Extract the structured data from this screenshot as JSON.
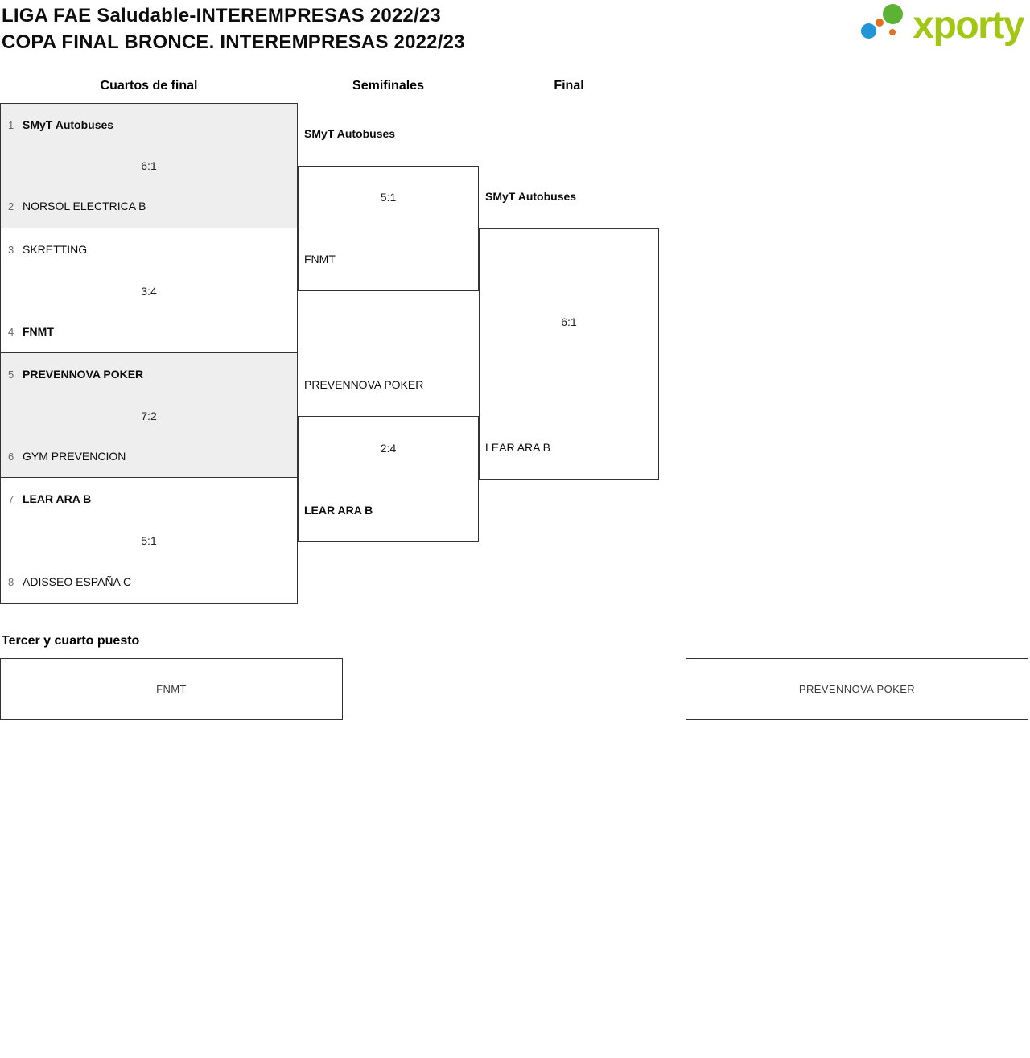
{
  "header": {
    "title_line1": "LIGA FAE Saludable-INTEREMPRESAS 2022/23",
    "title_line2": "COPA FINAL BRONCE. INTEREMPRESAS 2022/23",
    "logo_text": "xporty"
  },
  "rounds": {
    "quarterfinals": "Cuartos de final",
    "semifinals": "Semifinales",
    "final": "Final"
  },
  "bracket": {
    "quarterfinals": [
      {
        "seed1": "1",
        "team1": "SMyT Autobuses",
        "team1_bold": true,
        "score": "6:1",
        "seed2": "2",
        "team2": "NORSOL ELECTRICA B",
        "team2_bold": false
      },
      {
        "seed1": "3",
        "team1": "SKRETTING",
        "team1_bold": false,
        "score": "3:4",
        "seed2": "4",
        "team2": "FNMT",
        "team2_bold": true
      },
      {
        "seed1": "5",
        "team1": "PREVENNOVA POKER",
        "team1_bold": true,
        "score": "7:2",
        "seed2": "6",
        "team2": "GYM PREVENCION",
        "team2_bold": false
      },
      {
        "seed1": "7",
        "team1": "LEAR ARA B",
        "team1_bold": true,
        "score": "5:1",
        "seed2": "8",
        "team2": "ADISSEO ESPAÑA C",
        "team2_bold": false
      }
    ],
    "semifinals": [
      {
        "team1": "SMyT Autobuses",
        "team1_bold": true,
        "score": "5:1",
        "team2": "FNMT",
        "team2_bold": false
      },
      {
        "team1": "PREVENNOVA POKER",
        "team1_bold": false,
        "score": "2:4",
        "team2": "LEAR ARA B",
        "team2_bold": true
      }
    ],
    "final": {
      "team1": "SMyT Autobuses",
      "team1_bold": true,
      "score": "6:1",
      "team2": "LEAR ARA B",
      "team2_bold": false
    }
  },
  "third_place": {
    "heading": "Tercer y cuarto puesto",
    "team1": "FNMT",
    "team2": "PREVENNOVA POKER"
  },
  "colors": {
    "brand_green": "#a2c614",
    "dot_blue": "#2196d6",
    "dot_green": "#5cb233",
    "dot_orange": "#e2711d",
    "qf_shaded_bg": "#eeeeee",
    "border": "#333333"
  }
}
